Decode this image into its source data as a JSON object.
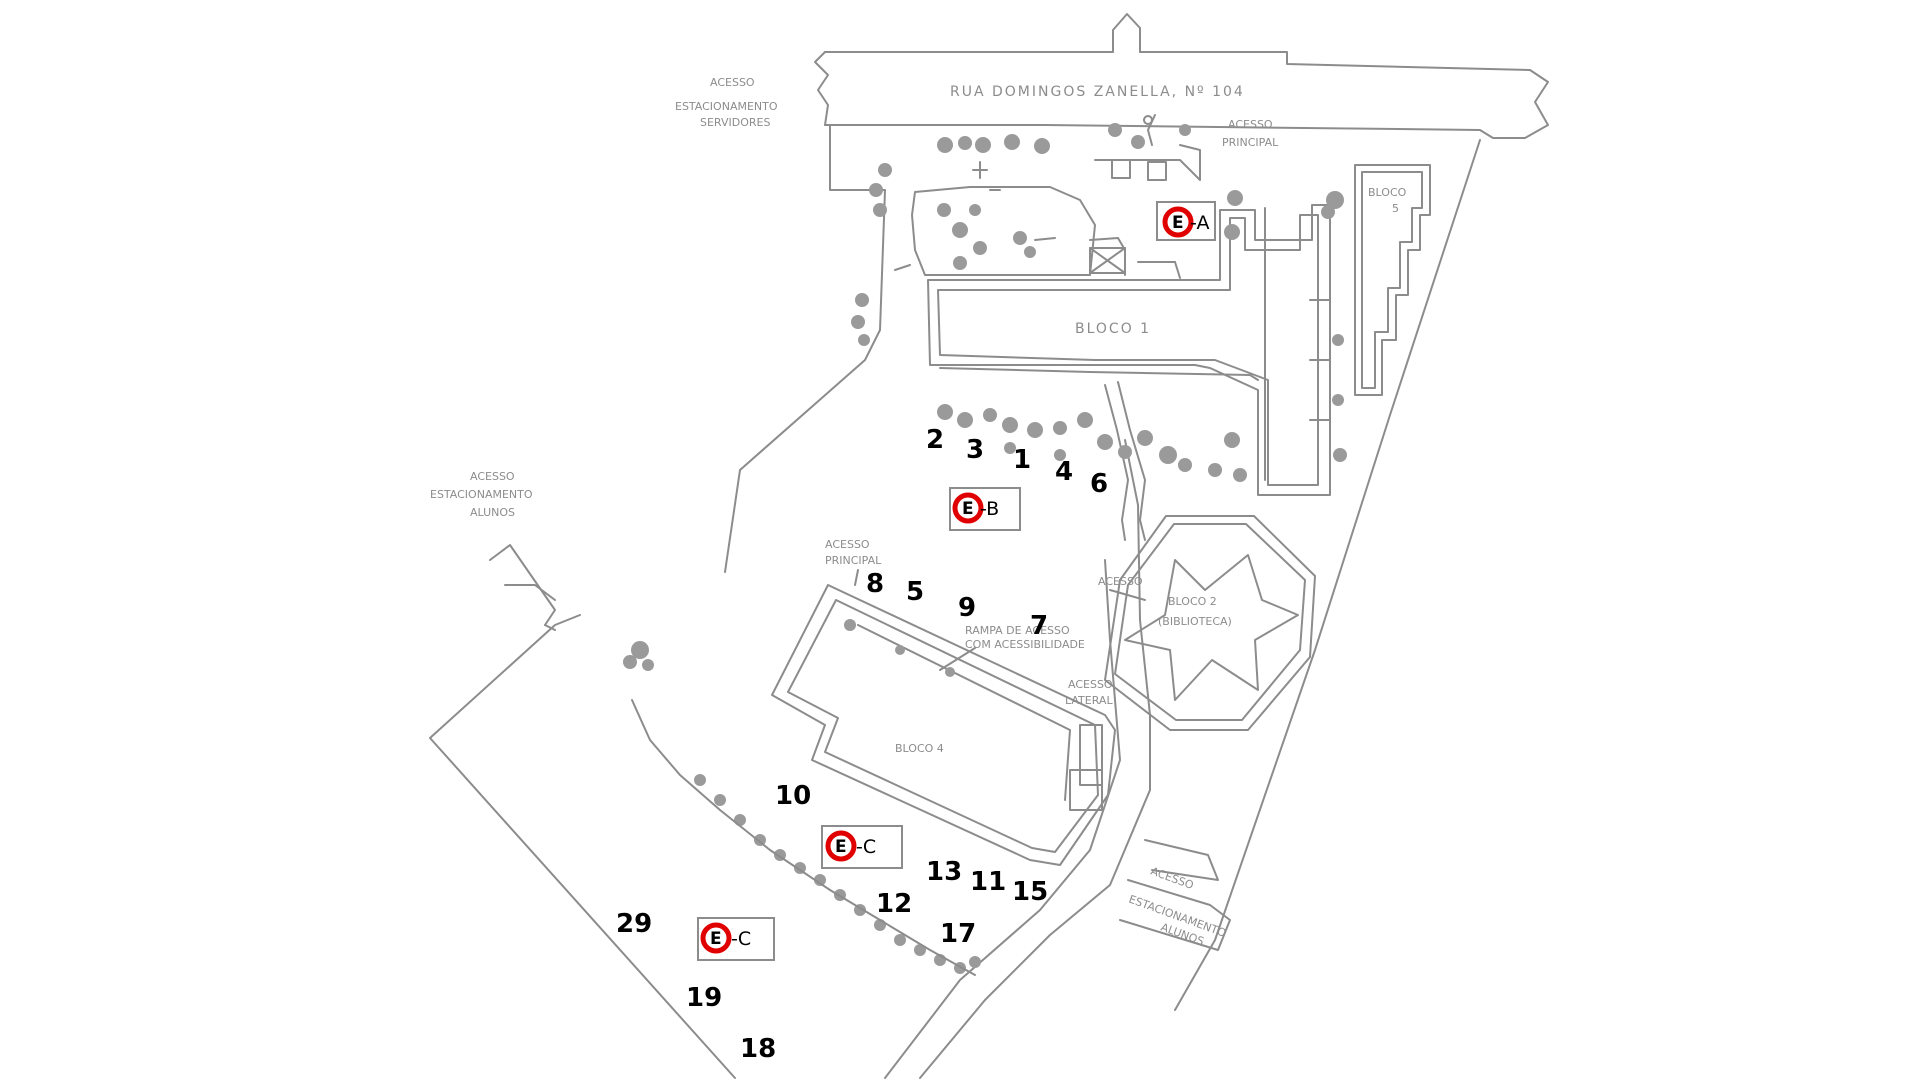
{
  "map": {
    "street": "RUA DOMINGOS ZANELLA, Nº 104",
    "labels": {
      "acesso_estacionamento_servidores": [
        "ACESSO",
        "ESTACIONAMENTO",
        "SERVIDORES"
      ],
      "acesso_principal_top": [
        "ACESSO",
        "PRINCIPAL"
      ],
      "acesso_estacionamento_alunos": [
        "ACESSO",
        "ESTACIONAMENTO",
        "ALUNOS"
      ],
      "acesso_principal_mid": [
        "ACESSO",
        "PRINCIPAL"
      ],
      "rampa": [
        "RAMPA DE ACESSO",
        "COM ACESSIBILIDADE"
      ],
      "acesso_bloco2": "ACESSO",
      "acesso_lateral": [
        "ACESSO",
        "LATERAL"
      ],
      "acesso_bottom": "ACESSO",
      "estacionamento_bottom": [
        "ESTACIONAMENTO",
        "ALUNOS"
      ]
    },
    "blocks": {
      "bloco_1": "BLOCO 1",
      "bloco_2": [
        "BLOCO 2",
        "(BIBLIOTECA)"
      ],
      "bloco_4": "BLOCO 4",
      "bloco_5": [
        "BLOCO",
        "5"
      ]
    },
    "symbols": {
      "e_letter": "E",
      "a": "-A",
      "b": "-B",
      "c1": "-C",
      "c2": "-C"
    },
    "numbers": [
      "2",
      "3",
      "1",
      "4",
      "6",
      "8",
      "5",
      "9",
      "7",
      "10",
      "13",
      "11",
      "15",
      "12",
      "17",
      "29",
      "19",
      "18"
    ],
    "colors": {
      "lines": "#8c8c8c",
      "symbol_ring": "#e00000",
      "numbers": "#000000"
    }
  }
}
